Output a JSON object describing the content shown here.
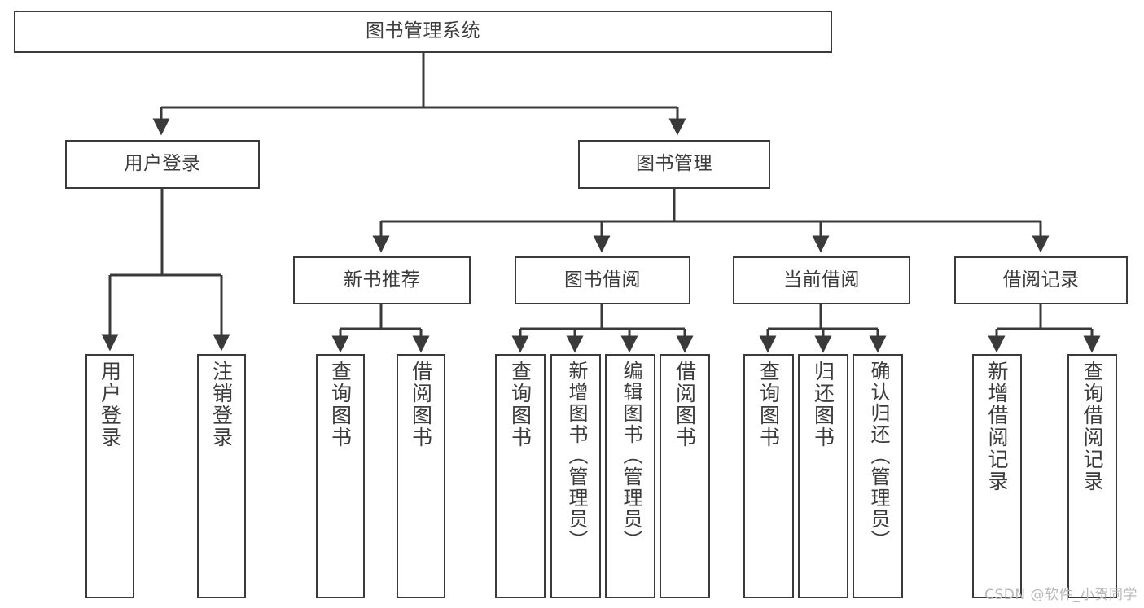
{
  "diagram": {
    "title": "图书管理系统",
    "type": "hierarchy-tree",
    "watermark": "CSDN @软件_小贺同学",
    "colors": {
      "stroke": "#3a3a3a",
      "background": "#ffffff",
      "text": "#3c3c3c",
      "watermark": "#b9b9b9"
    },
    "root": {
      "id": "root",
      "label": "图书管理系统"
    },
    "level2": [
      {
        "id": "user-login",
        "label": "用户登录"
      },
      {
        "id": "book-manage",
        "label": "图书管理"
      }
    ],
    "level3": [
      {
        "id": "new-book-recommend",
        "label": "新书推荐"
      },
      {
        "id": "book-borrow",
        "label": "图书借阅"
      },
      {
        "id": "current-borrow",
        "label": "当前借阅"
      },
      {
        "id": "borrow-record",
        "label": "借阅记录"
      }
    ],
    "leaves": {
      "user_login": [
        {
          "id": "leaf-user-login",
          "label": "用户登录"
        },
        {
          "id": "leaf-logout",
          "label": "注销登录"
        }
      ],
      "new_book_recommend": [
        {
          "id": "leaf-query-book-1",
          "label": "查询图书"
        },
        {
          "id": "leaf-borrow-book-1",
          "label": "借阅图书"
        }
      ],
      "book_borrow": [
        {
          "id": "leaf-query-book-2",
          "label": "查询图书"
        },
        {
          "id": "leaf-add-book",
          "label": "新增图书（管理员）"
        },
        {
          "id": "leaf-edit-book",
          "label": "编辑图书（管理员）"
        },
        {
          "id": "leaf-borrow-book-2",
          "label": "借阅图书"
        }
      ],
      "current_borrow": [
        {
          "id": "leaf-query-book-3",
          "label": "查询图书"
        },
        {
          "id": "leaf-return-book",
          "label": "归还图书"
        },
        {
          "id": "leaf-confirm-return",
          "label": "确认归还（管理员）"
        }
      ],
      "borrow_record": [
        {
          "id": "leaf-add-record",
          "label": "新增借阅记录"
        },
        {
          "id": "leaf-query-record",
          "label": "查询借阅记录"
        }
      ]
    }
  }
}
